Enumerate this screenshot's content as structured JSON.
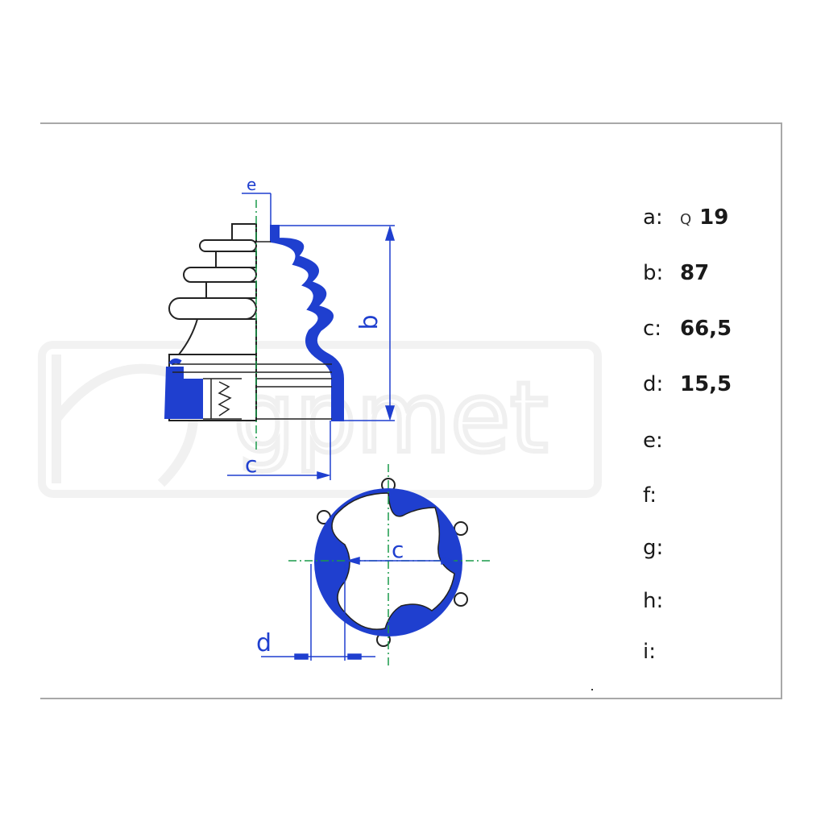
{
  "specs": [
    {
      "label": "a:",
      "prefix": "Q",
      "value": "19"
    },
    {
      "label": "b:",
      "prefix": "",
      "value": "87"
    },
    {
      "label": "c:",
      "prefix": "",
      "value": "66,5"
    },
    {
      "label": "d:",
      "prefix": "",
      "value": "15,5"
    },
    {
      "label": "e:",
      "prefix": "",
      "value": ""
    },
    {
      "label": "f:",
      "prefix": "",
      "value": ""
    },
    {
      "label": "g:",
      "prefix": "",
      "value": ""
    },
    {
      "label": "h:",
      "prefix": "",
      "value": ""
    },
    {
      "label": "i:",
      "prefix": "",
      "value": ""
    }
  ],
  "dimension_labels": {
    "e": "e",
    "b": "b",
    "c_side": "c",
    "c_front": "c",
    "d": "d"
  },
  "watermark": "gpmet",
  "colors": {
    "accent": "#1f3fcf",
    "centerline": "#1a9a4a",
    "outline": "#222222",
    "border": "#a8a8a8"
  }
}
